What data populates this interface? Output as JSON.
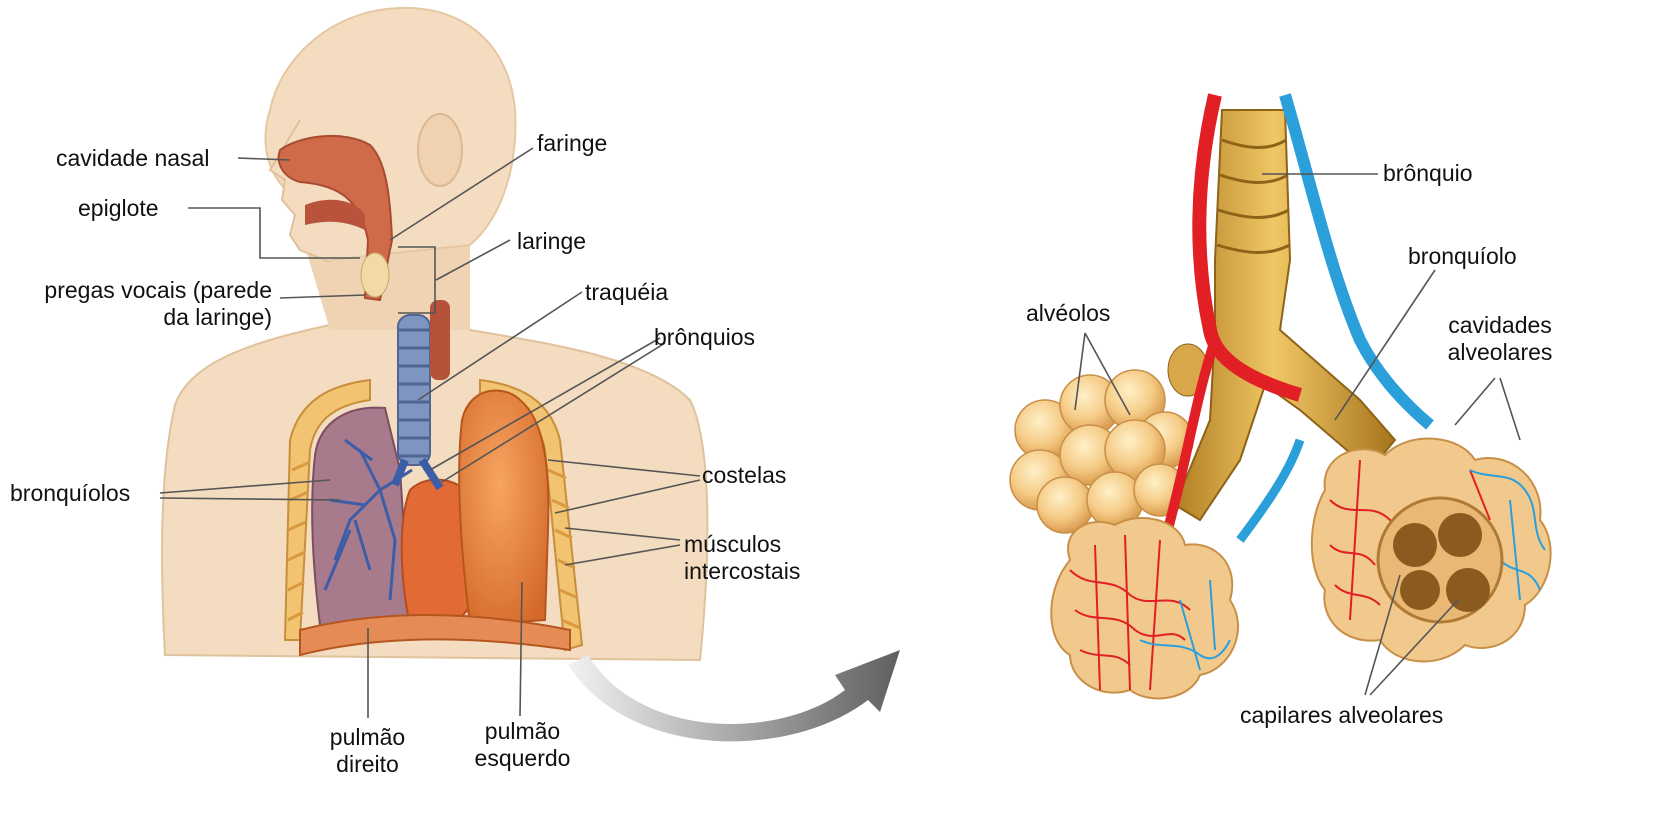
{
  "labels": {
    "cavidade_nasal": "cavidade nasal",
    "epiglote": "epiglote",
    "pregas_vocais_1": "pregas vocais (parede",
    "pregas_vocais_2": "da laringe)",
    "bronquiolos": "bronquíolos",
    "faringe": "faringe",
    "laringe": "laringe",
    "traqueia": "traquéia",
    "bronquios": "brônquios",
    "costelas": "costelas",
    "musculos_1": "músculos",
    "musculos_2": "intercostais",
    "pulmao_direito_1": "pulmão",
    "pulmao_direito_2": "direito",
    "pulmao_esquerdo_1": "pulmão",
    "pulmao_esquerdo_2": "esquerdo",
    "bronquio": "brônquio",
    "bronquiolo": "bronquíolo",
    "alveolos": "alvéolos",
    "cavidades_1": "cavidades",
    "cavidades_2": "alveolares",
    "capilares": "capilares alveolares"
  },
  "colors": {
    "skin": "#f3dcc0",
    "skin_shadow": "#e7c6a1",
    "lung": "#e8823a",
    "lung_dark": "#c85f22",
    "rib": "#f2c472",
    "trachea": "#7d95c0",
    "bronchus": "#d4a53f",
    "alveoli": "#f4c98a",
    "artery": "#e11f25",
    "vein": "#2a9fd9",
    "arrow": "#8f8f8f"
  }
}
